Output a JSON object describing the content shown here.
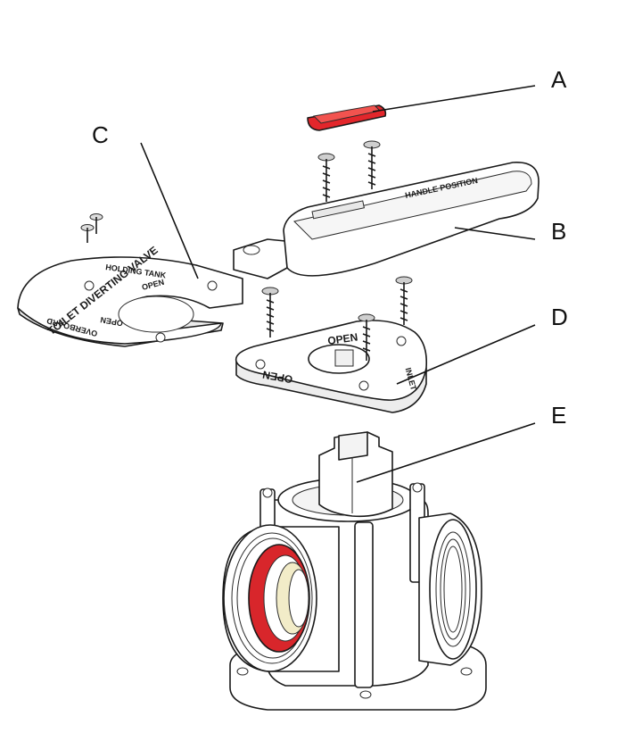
{
  "colors": {
    "handle_cap": "#e3262b",
    "inlet_seal": "#d8262b",
    "inner_ring": "#f2ecc8",
    "line": "#1a1a1a",
    "part_fill": "#ffffff",
    "part_shade": "#ececec"
  },
  "callouts": {
    "a": "A",
    "b": "B",
    "c": "C",
    "d": "D",
    "e": "E"
  },
  "parts": {
    "handle": {
      "text": "HANDLE POSITION"
    },
    "label_plate": {
      "title": "TOILET DIVERTING VALVE",
      "top_text": "HOLDING TANK",
      "open_text_1": "OPEN",
      "open_text_2": "OPEN",
      "bottom_text": "OVERBOARD"
    },
    "mounting_plate": {
      "open_top": "OPEN",
      "open_left": "OPEN",
      "inlet": "INLET"
    }
  }
}
